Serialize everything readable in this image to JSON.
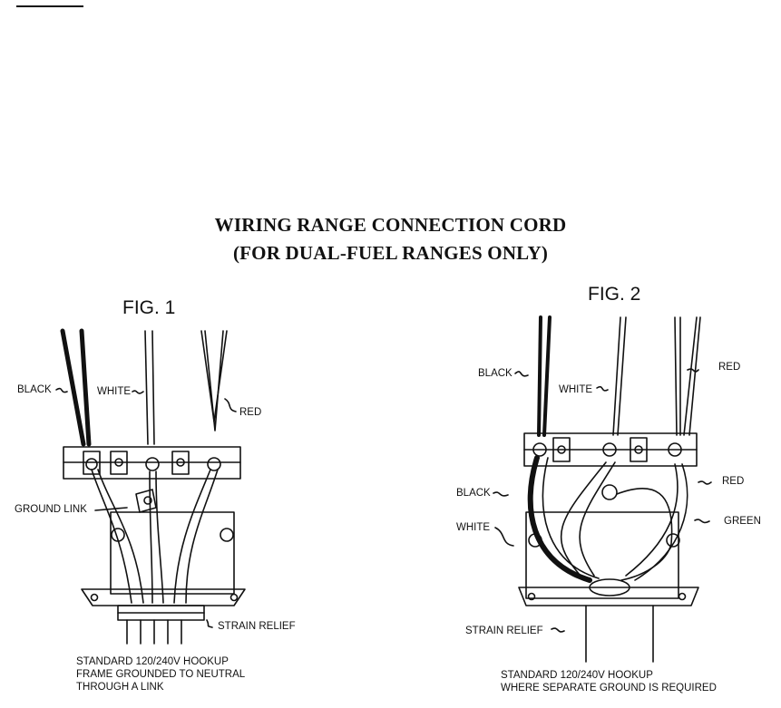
{
  "heading": {
    "line1": "WIRING RANGE CONNECTION CORD",
    "line2": "(FOR DUAL-FUEL RANGES ONLY)"
  },
  "figure1": {
    "title": "FIG. 1",
    "labels": {
      "black": "BLACK",
      "white": "WHITE",
      "red": "RED",
      "ground_link": "GROUND LINK",
      "strain_relief": "STRAIN RELIEF"
    },
    "caption": [
      "STANDARD 120/240V HOOKUP",
      "FRAME GROUNDED TO NEUTRAL",
      "THROUGH A LINK"
    ]
  },
  "figure2": {
    "title": "FIG. 2",
    "labels": {
      "black_top": "BLACK",
      "white_top": "WHITE",
      "red_top": "RED",
      "black": "BLACK",
      "white": "WHITE",
      "red": "RED",
      "green": "GREEN",
      "strain_relief": "STRAIN RELIEF"
    },
    "caption": [
      "STANDARD 120/240V HOOKUP",
      "WHERE SEPARATE GROUND IS REQUIRED"
    ]
  }
}
